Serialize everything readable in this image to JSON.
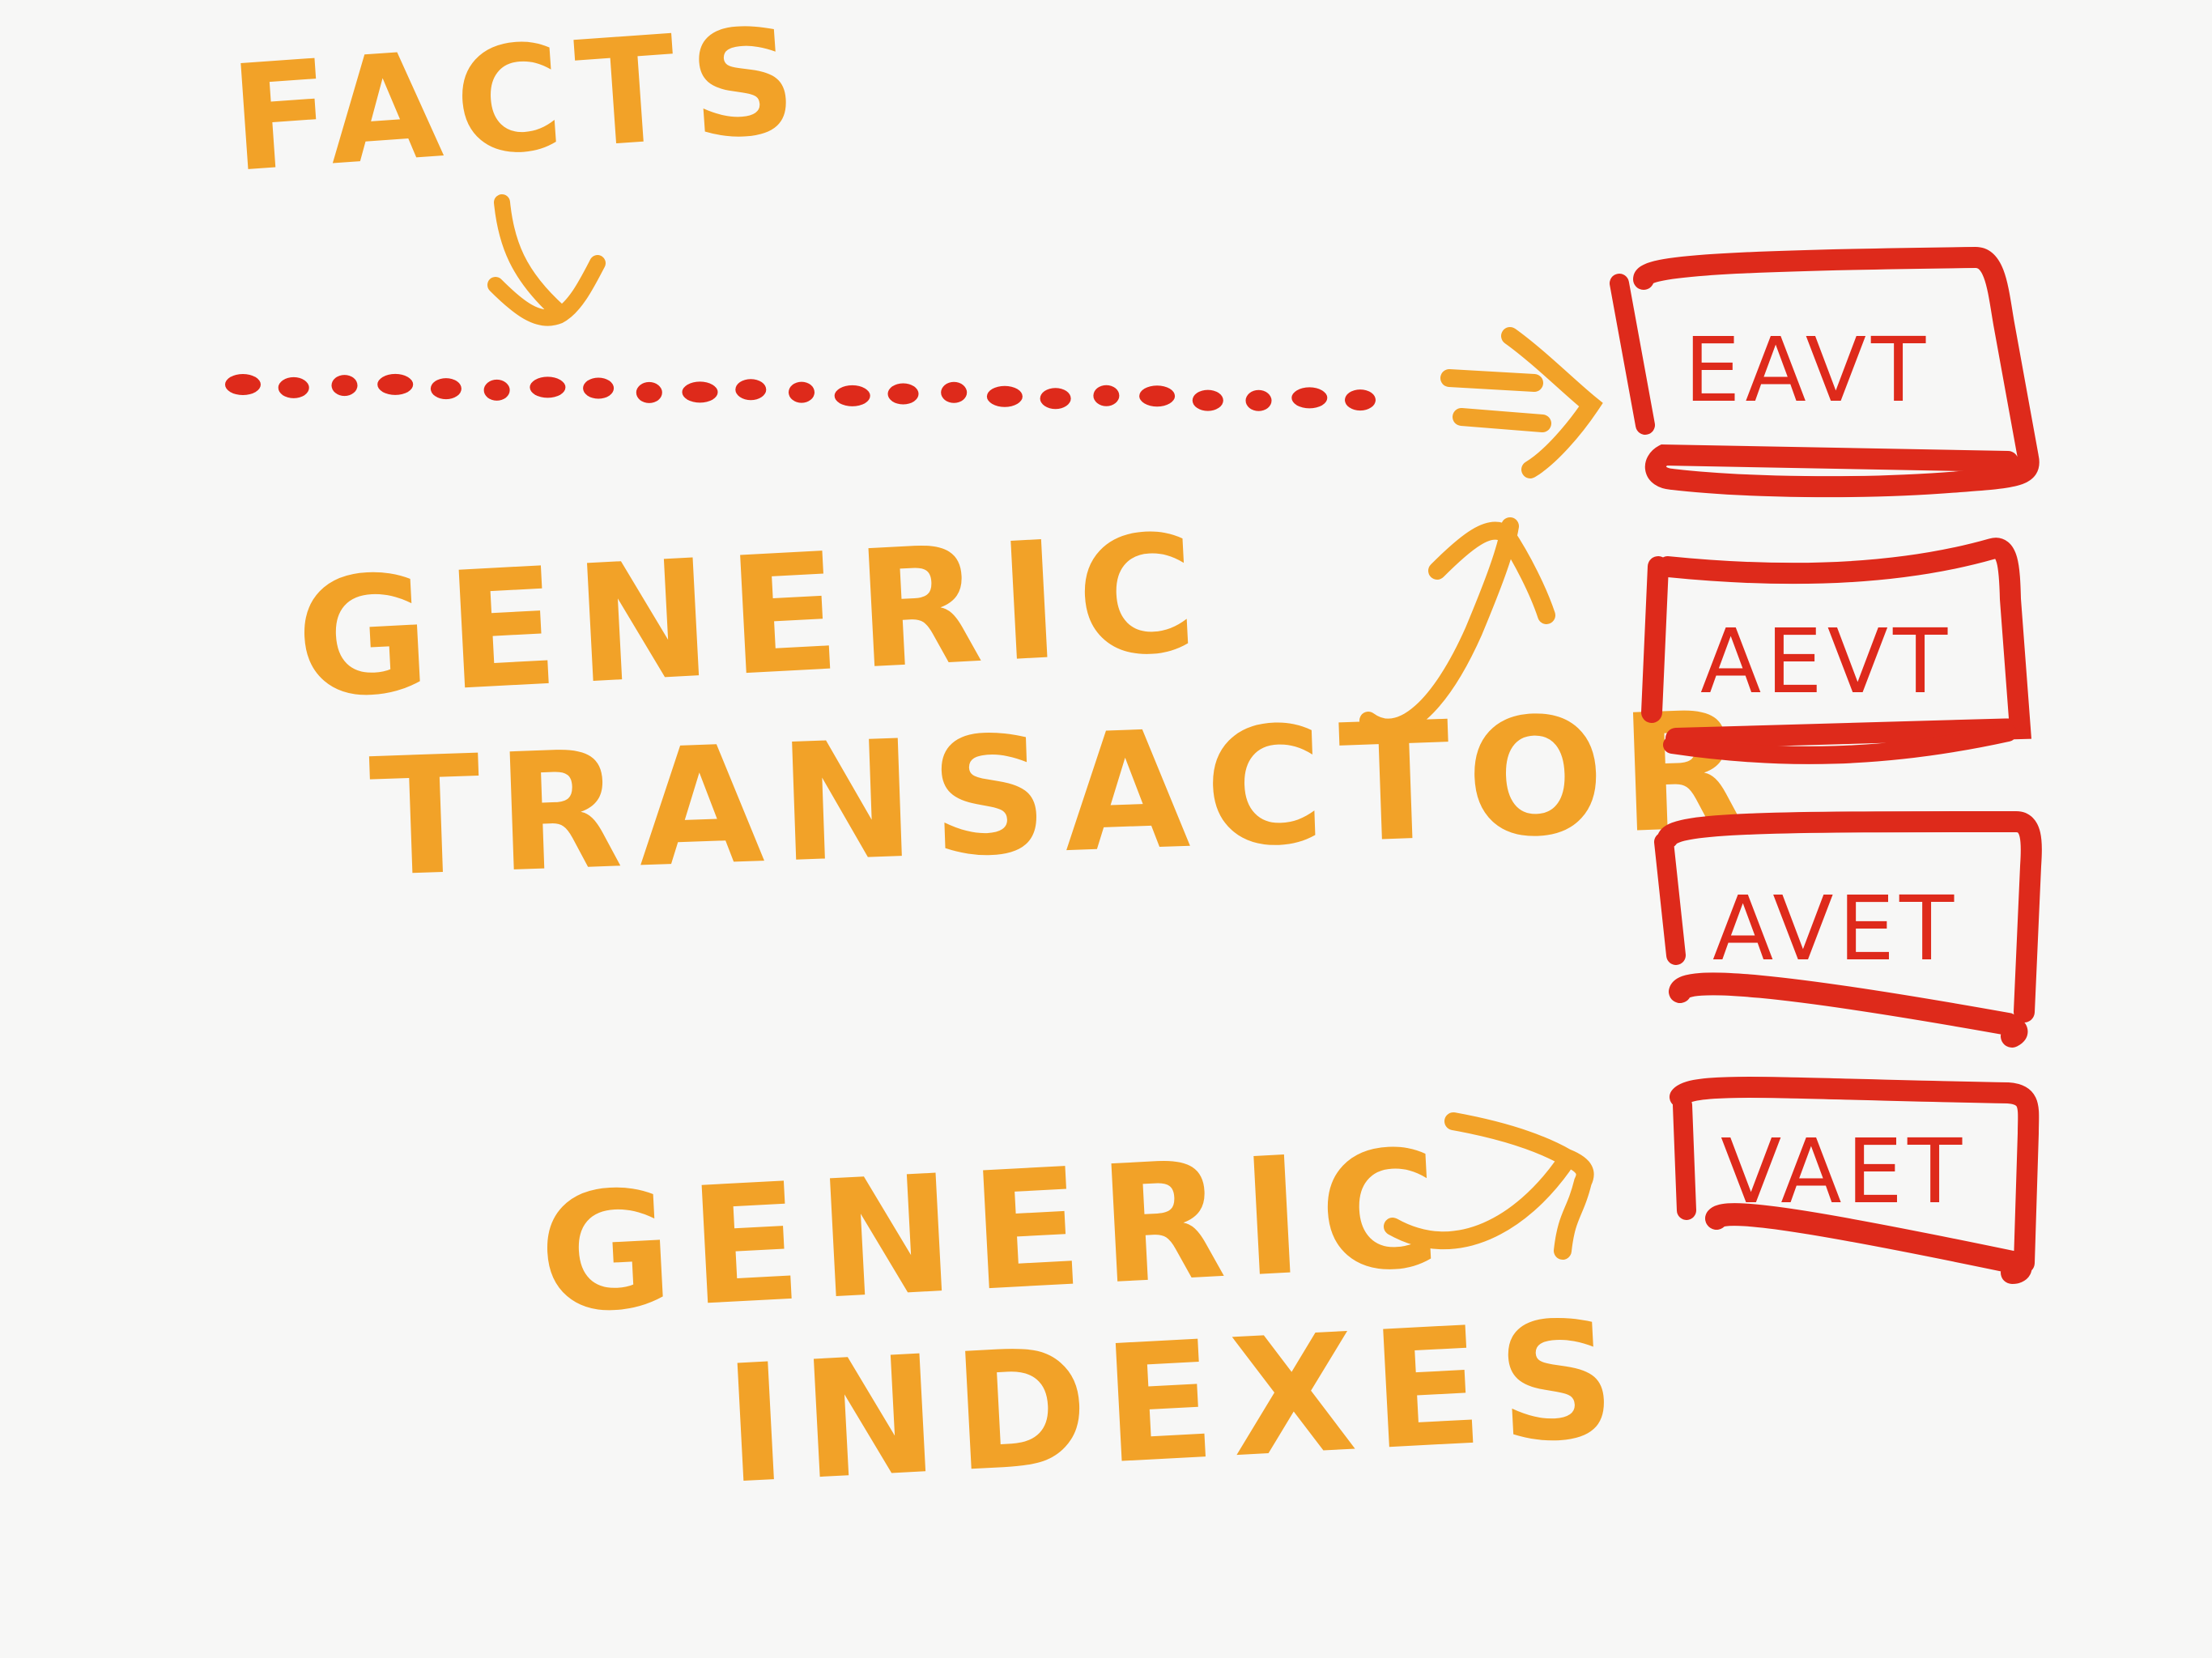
{
  "colors": {
    "background": "#f7f7f6",
    "orange": "#f2a228",
    "red": "#de2a1b"
  },
  "labels": {
    "facts": "FACTS",
    "generic_transactor_line1": "GENERIC",
    "generic_transactor_line2": "TRANSACTOR",
    "generic_indexes_line1": "GENERIC",
    "generic_indexes_line2": "INDEXES"
  },
  "indexes": [
    {
      "label": "EAVT"
    },
    {
      "label": "AEVT"
    },
    {
      "label": "AVET"
    },
    {
      "label": "VAET"
    }
  ],
  "arrow_glyph": "⇒"
}
